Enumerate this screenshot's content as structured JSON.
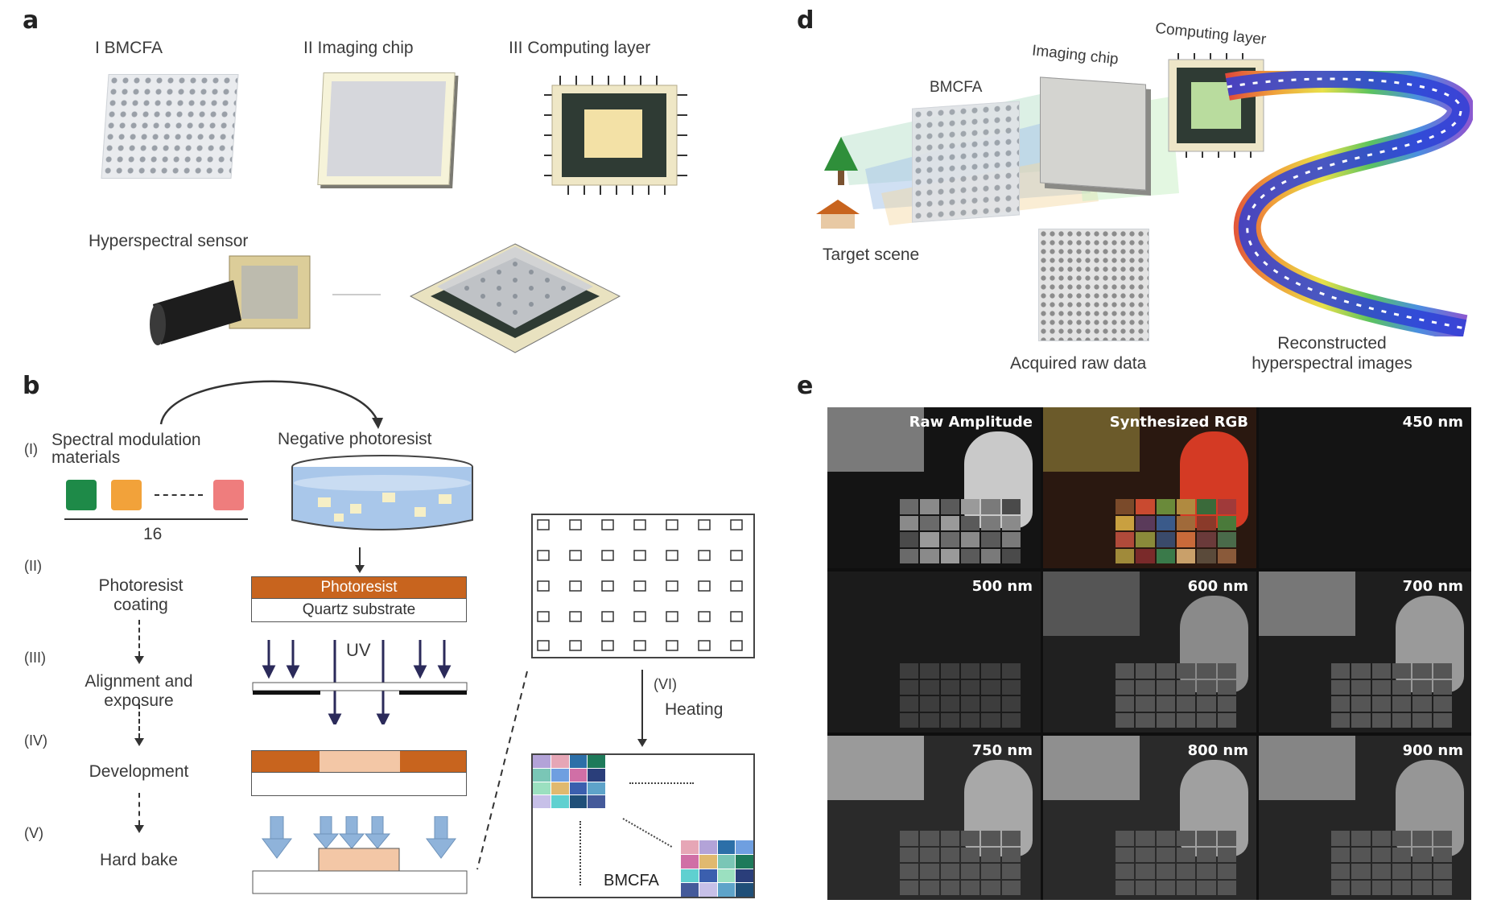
{
  "panel_a": {
    "label": "a",
    "item_i": "I   BMCFA",
    "item_ii": "II   Imaging chip",
    "item_iii": "III   Computing layer",
    "sensor_label": "Hyperspectral sensor"
  },
  "panel_b": {
    "label": "b",
    "step_i": "(I)",
    "step_ii": "(II)",
    "step_iii": "(III)",
    "step_iv": "(IV)",
    "step_v": "(V)",
    "step_vi": "(VI)",
    "materials": "Spectral modulation materials",
    "negative": "Negative photoresist",
    "count": "16",
    "coating": "Photoresist coating",
    "photoresist": "Photoresist",
    "substrate": "Quartz substrate",
    "uv": "UV",
    "alignment": "Alignment and exposure",
    "development": "Development",
    "hard_bake": "Hard bake",
    "heating": "Heating",
    "bmcfa": "BMCFA"
  },
  "panel_d": {
    "label": "d",
    "bmcfa": "BMCFA",
    "imaging_chip": "Imaging chip",
    "computing_layer": "Computing layer",
    "target_scene": "Target scene",
    "raw_data": "Acquired raw data",
    "reconstructed_1": "Reconstructed",
    "reconstructed_2": "hyperspectral images"
  },
  "panel_e": {
    "label": "e",
    "tiles": [
      {
        "label": "Raw Amplitude",
        "color": "#c9c9c9"
      },
      {
        "label": "Synthesized RGB",
        "color": "#d43a24"
      },
      {
        "label": "450 nm",
        "color": "#1a1a1a"
      },
      {
        "label": "500 nm",
        "color": "#2a2a2a"
      },
      {
        "label": "600 nm",
        "color": "#6a6a6a"
      },
      {
        "label": "700 nm",
        "color": "#8a8a8a"
      },
      {
        "label": "750 nm",
        "color": "#9a9a9a"
      },
      {
        "label": "800 nm",
        "color": "#8f8f8f"
      },
      {
        "label": "900 nm",
        "color": "#858585"
      }
    ]
  },
  "colors": {
    "photoresist": "#c8641e",
    "orange_light": "#f3c7a6",
    "arrow_blue": "#8fb3da",
    "uv_arrow": "#2b2a5a",
    "film_blue": "#2e3fd6"
  }
}
